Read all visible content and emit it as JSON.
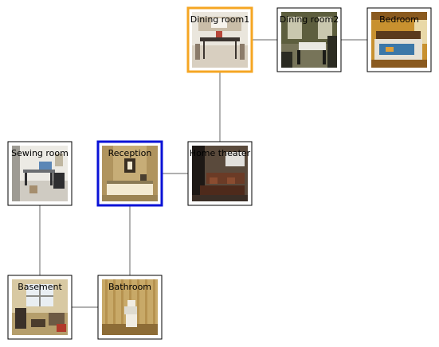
{
  "diagram": {
    "rooms": [
      {
        "id": "dining1",
        "label": "Dining room1",
        "status": "current",
        "thumbnail": {
          "kind": "dining-bright",
          "colors": [
            "#eae6dd",
            "#d8cfc0",
            "#3c3530",
            "#c9bda8",
            "#8b7b6a"
          ]
        }
      },
      {
        "id": "dining2",
        "label": "Dining room2",
        "status": "none",
        "thumbnail": {
          "kind": "dining-dark",
          "colors": [
            "#5d5e3e",
            "#2b2b22",
            "#e9e8e2",
            "#1a1a16",
            "#777459"
          ]
        }
      },
      {
        "id": "bedroom",
        "label": "Bedroom",
        "status": "none",
        "thumbnail": {
          "kind": "bedroom",
          "colors": [
            "#c8912f",
            "#8a5a1f",
            "#e6e2d6",
            "#3c78a8",
            "#5a3a1c"
          ]
        }
      },
      {
        "id": "sewing",
        "label": "Sewing room",
        "status": "none",
        "thumbnail": {
          "kind": "office",
          "colors": [
            "#eceae4",
            "#cfcbc2",
            "#6b6e72",
            "#2e2e30",
            "#a58e6e"
          ]
        }
      },
      {
        "id": "reception",
        "label": "Reception",
        "status": "target",
        "thumbnail": {
          "kind": "reception",
          "colors": [
            "#c7ad77",
            "#b0945e",
            "#3a2f22",
            "#f3ead2",
            "#8a7a55"
          ]
        }
      },
      {
        "id": "theater",
        "label": "Home theater",
        "status": "none",
        "thumbnail": {
          "kind": "theater",
          "colors": [
            "#5a4a3c",
            "#3a2e26",
            "#e2e0dc",
            "#6b3b26",
            "#1d1815"
          ]
        }
      },
      {
        "id": "basement",
        "label": "Basement",
        "status": "none",
        "thumbnail": {
          "kind": "basement",
          "colors": [
            "#d8c9a3",
            "#b59e6c",
            "#e9eef2",
            "#3a3028",
            "#6d5a44"
          ]
        }
      },
      {
        "id": "bathroom",
        "label": "Bathroom",
        "status": "none",
        "thumbnail": {
          "kind": "bathroom",
          "colors": [
            "#c8a968",
            "#b6924f",
            "#f0ece2",
            "#dedbd0",
            "#8d6c36"
          ]
        }
      }
    ],
    "connections": [
      [
        "dining1",
        "dining2"
      ],
      [
        "dining2",
        "bedroom"
      ],
      [
        "dining1",
        "theater"
      ],
      [
        "reception",
        "theater"
      ],
      [
        "sewing",
        "basement"
      ],
      [
        "reception",
        "bathroom"
      ],
      [
        "basement",
        "bathroom"
      ]
    ],
    "colors": {
      "current_border": "#f5a623",
      "target_border": "#0a12d6",
      "default_border": "#000000",
      "edge": "#808080",
      "background": "#ffffff"
    }
  }
}
